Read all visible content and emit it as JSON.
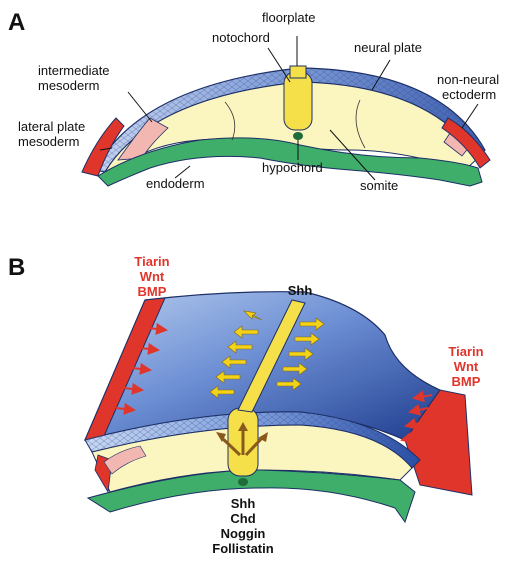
{
  "panel_a": {
    "letter": "A",
    "labels": {
      "floorplate": "floorplate",
      "notochord": "notochord",
      "neural_plate": "neural plate",
      "intermediate_mesoderm_1": "intermediate",
      "intermediate_mesoderm_2": "mesoderm",
      "non_neural_ectoderm_1": "non-neural",
      "non_neural_ectoderm_2": "ectoderm",
      "lateral_plate_mesoderm_1": "lateral plate",
      "lateral_plate_mesoderm_2": "mesoderm",
      "hypochord": "hypochord",
      "endoderm": "endoderm",
      "somite": "somite"
    }
  },
  "panel_b": {
    "letter": "B",
    "left_signals": [
      "Tiarin",
      "Wnt",
      "BMP"
    ],
    "right_signals": [
      "Tiarin",
      "Wnt",
      "BMP"
    ],
    "top_signal": "Shh",
    "bottom_signals": [
      "Shh",
      "Chd",
      "Noggin",
      "Follistatin"
    ]
  },
  "colors": {
    "neural_plate": "#5b7fc8",
    "mesoderm": "#fbf6c0",
    "endoderm": "#3fae6a",
    "ectoderm_red": "#e0352b",
    "notochord": "#f5e04a",
    "arrow_yellow": "#f3d21a",
    "arrow_brown": "#8a5a1c"
  }
}
